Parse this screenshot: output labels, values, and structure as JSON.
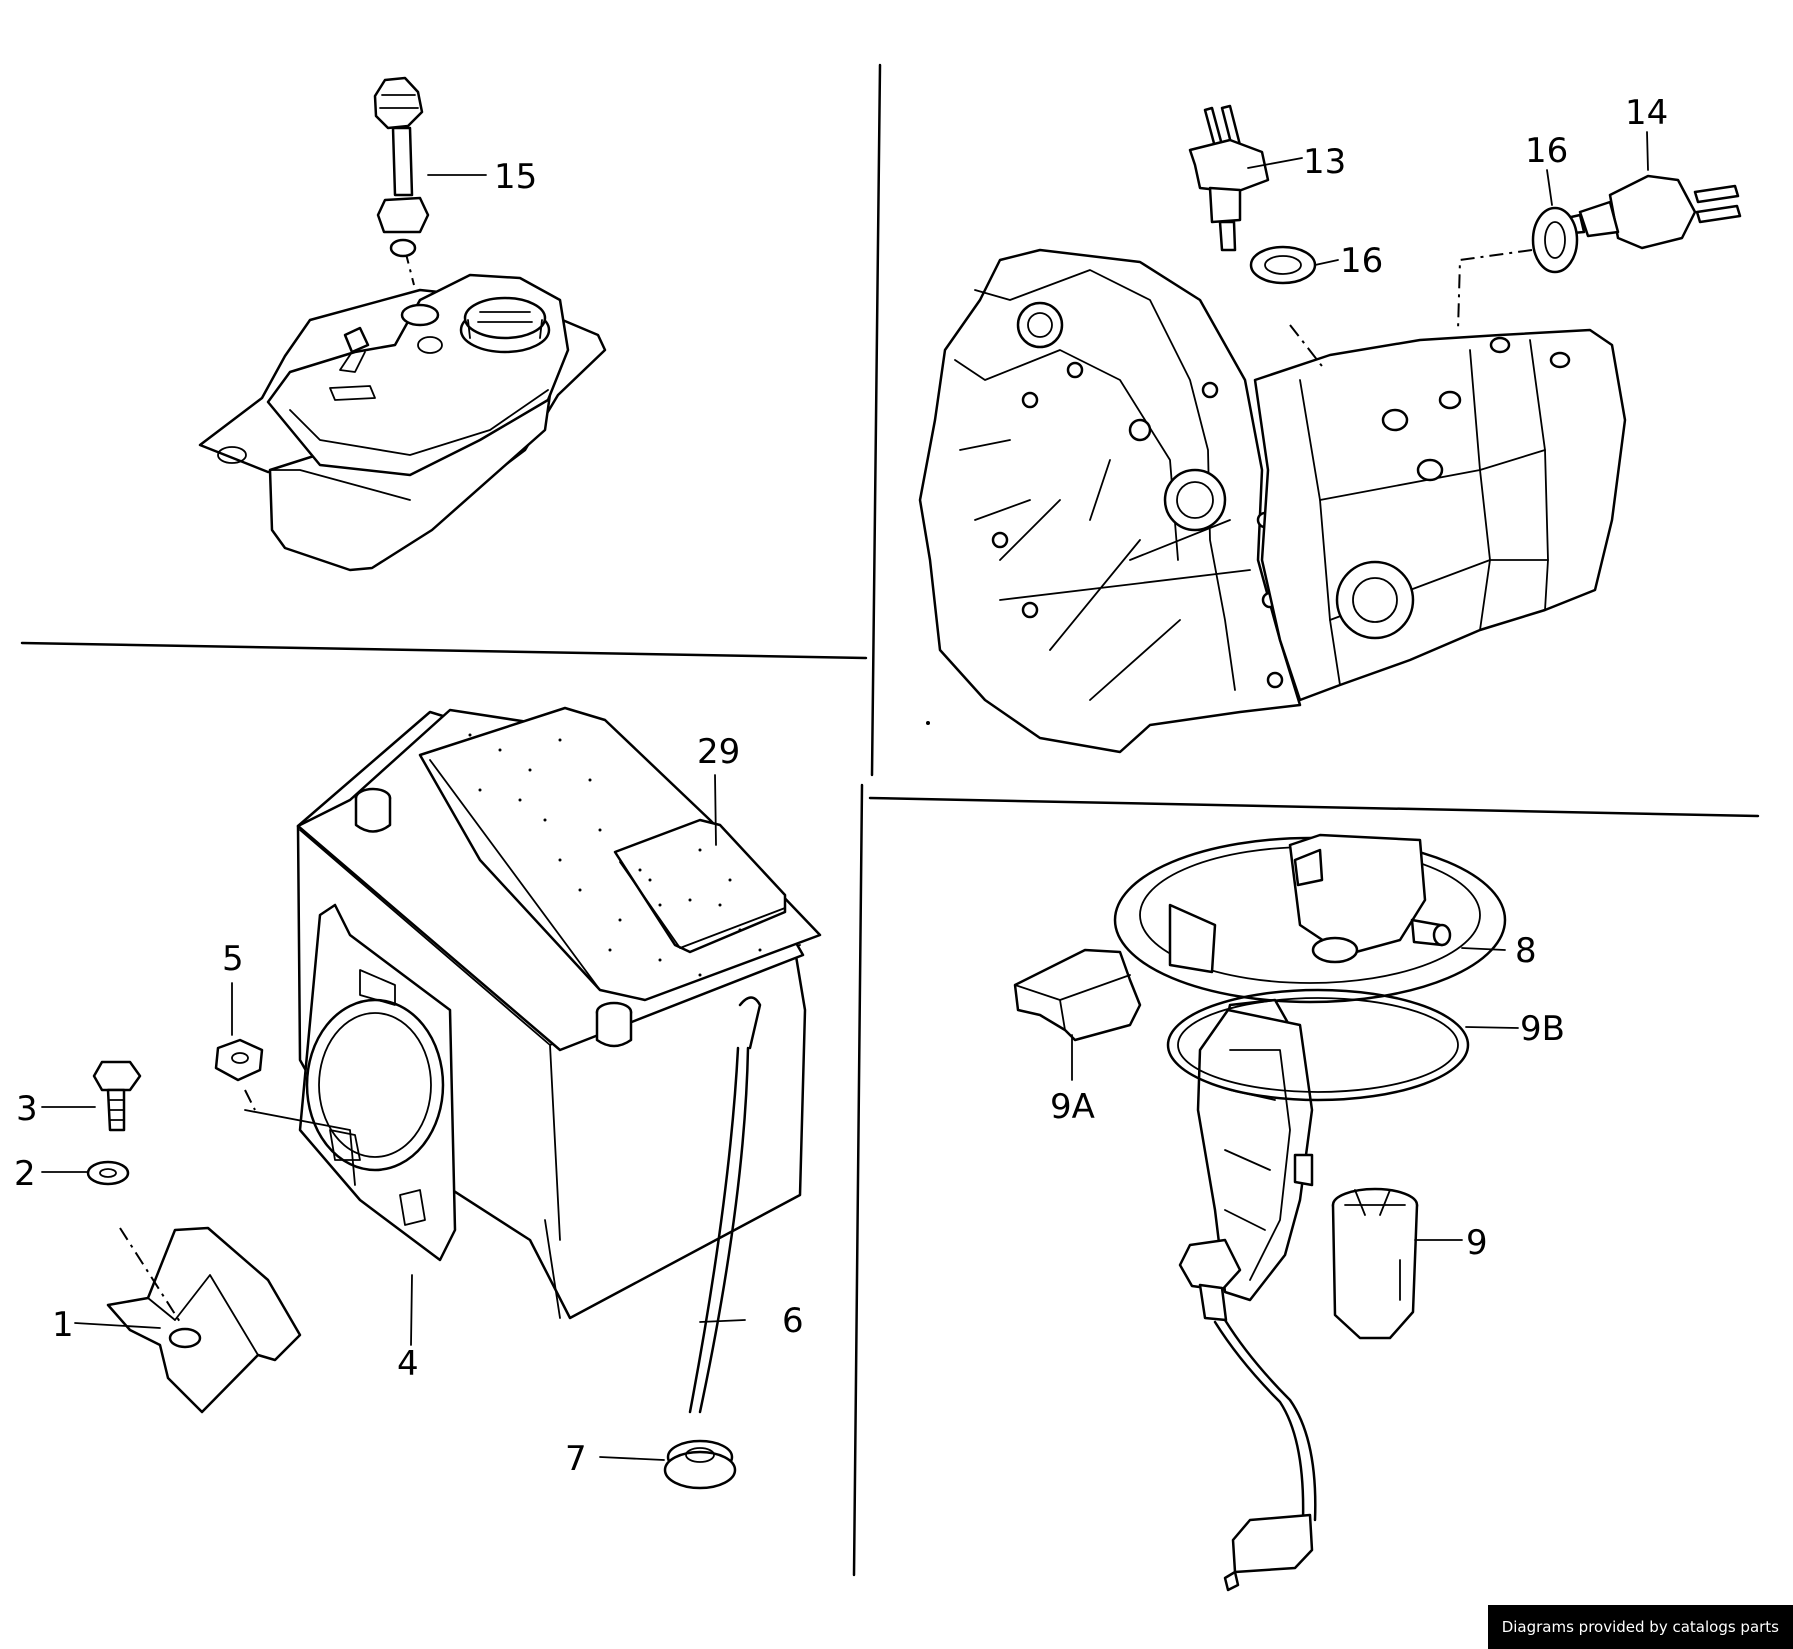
{
  "callouts": {
    "c1": "1",
    "c2": "2",
    "c3": "3",
    "c4": "4",
    "c5": "5",
    "c6": "6",
    "c7": "7",
    "c8": "8",
    "c9": "9",
    "c9a": "9A",
    "c9b": "9B",
    "c13": "13",
    "c14": "14",
    "c15": "15",
    "c16a": "16",
    "c16b": "16",
    "c29": "29"
  },
  "footer": {
    "credit": "Diagrams provided by catalogs parts"
  }
}
